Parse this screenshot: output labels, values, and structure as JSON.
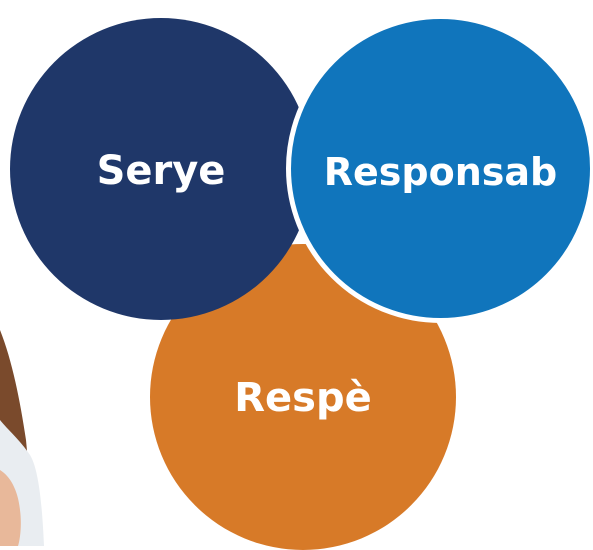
{
  "circles": [
    {
      "id": "serye",
      "label": "Serye",
      "color": "#1f3769"
    },
    {
      "id": "responsab",
      "label": "Responsab",
      "color": "#1075bc"
    },
    {
      "id": "respe",
      "label": "Respè",
      "color": "#d77a28"
    }
  ],
  "photo": {
    "hair_color": "#7a4a2c",
    "shirt_color": "#e9edf1",
    "skin_color": "#e8b89a"
  }
}
